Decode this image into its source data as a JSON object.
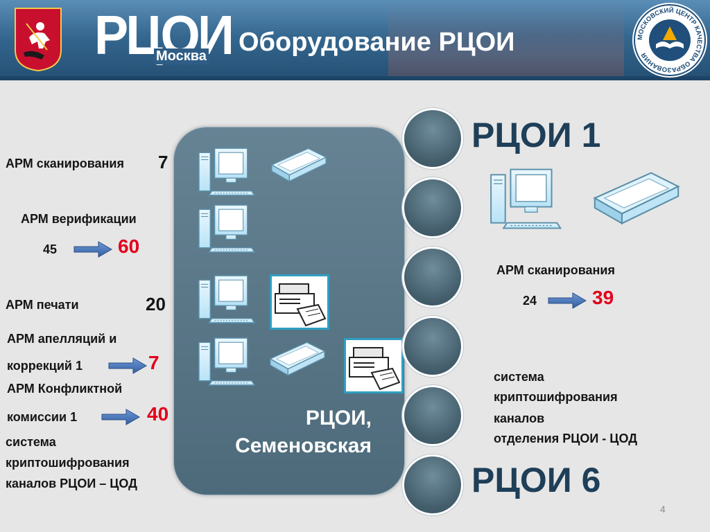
{
  "header": {
    "logo_main": "РЦОИ",
    "logo_sub": "Москва",
    "title": "Оборудование РЦОИ",
    "seal_text": "МОСКОВСКИЙ ЦЕНТР КАЧЕСТВА ОБРАЗОВАНИЯ"
  },
  "center": {
    "label_line1": "РЦОИ,",
    "label_line2": "Семеновская"
  },
  "left": {
    "scan_label": "АРМ сканирования",
    "scan_count": "7",
    "verif_label": "АРМ верификации",
    "verif_from": "45",
    "verif_to": "60",
    "print_label": "АРМ печати",
    "print_count": "20",
    "appeal_line1": "АРМ апелляций и",
    "appeal_line2": "коррекций 1",
    "appeal_to": "7",
    "conflict_line1": "АРМ Конфликтной",
    "conflict_line2": "комиссии 1",
    "conflict_to": "40",
    "crypto_line1": "система",
    "crypto_line2": "криптошифрования",
    "crypto_line3": "каналов РЦОИ – ЦОД"
  },
  "right": {
    "top_name": "РЦОИ 1",
    "bottom_name": "РЦОИ 6",
    "scan_label": "АРМ сканирования",
    "scan_from": "24",
    "scan_to": "39",
    "crypto_line1": "система",
    "crypto_line2": "криптошифрования",
    "crypto_line3": "каналов",
    "crypto_line4": "отделения РЦОИ - ЦОД"
  },
  "page_number": "4",
  "colors": {
    "header": "#35678f",
    "box": "#5a7889",
    "accent_red": "#e3001b",
    "arrow": "#4a78c0",
    "rcoi_name": "#1f3f58"
  }
}
